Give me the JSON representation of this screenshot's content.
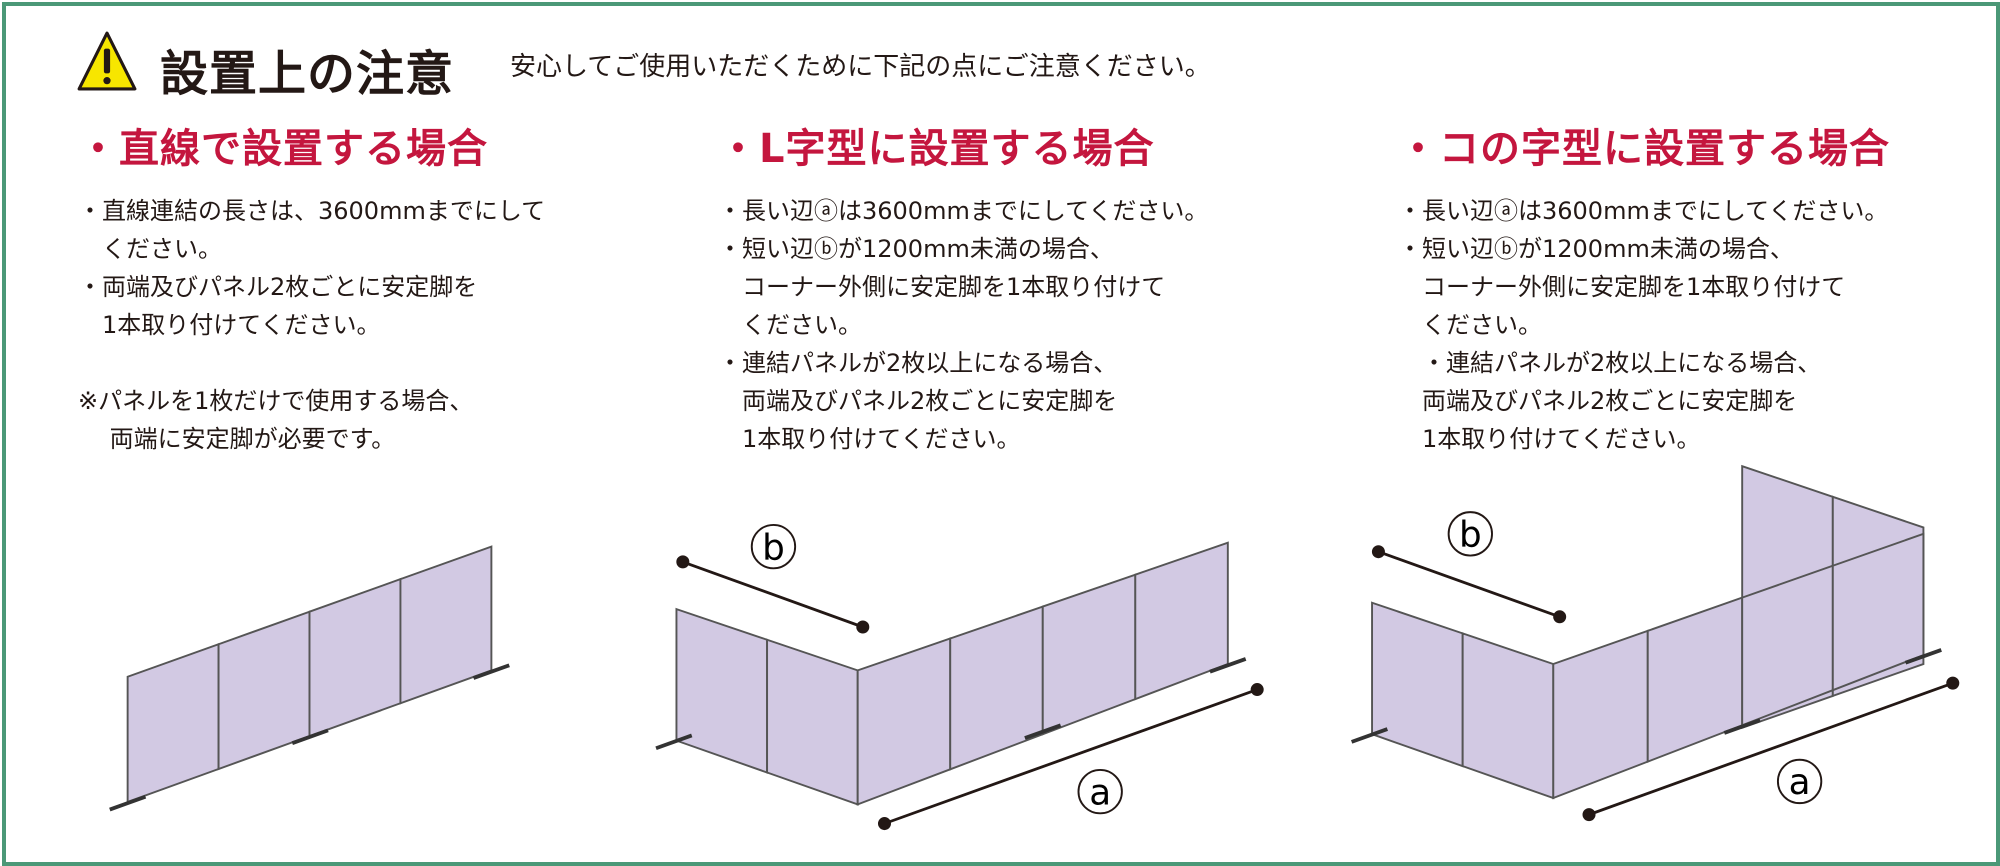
{
  "header": {
    "title": "設置上の注意",
    "subtitle": "安心してご使用いただくために下記の点にご注意ください。",
    "icon": "warning-icon"
  },
  "sections": [
    {
      "heading": "・直線で設置する場合",
      "lines": [
        "・直線連結の長さは、3600mmまでにして",
        "　ください。",
        "・両端及びパネル2枚ごとに安定脚を",
        "　1本取り付けてください。"
      ],
      "note": [
        "※パネルを1枚だけで使用する場合、",
        "　 両端に安定脚が必要です。"
      ]
    },
    {
      "heading": "・L字型に設置する場合",
      "lines": [
        "・長い辺ⓐは3600mmまでにしてください。",
        "・短い辺ⓑが1200mm未満の場合、",
        "　コーナー外側に安定脚を1本取り付けて",
        "　ください。",
        "・連結パネルが2枚以上になる場合、",
        "　両端及びパネル2枚ごとに安定脚を",
        "　1本取り付けてください。"
      ]
    },
    {
      "heading": "・コの字型に設置する場合",
      "lines": [
        "・長い辺ⓐは3600mmまでにしてください。",
        "・短い辺ⓑが1200mm未満の場合、",
        "　コーナー外側に安定脚を1本取り付けて",
        "　ください。",
        "　・連結パネルが2枚以上になる場合、",
        "　両端及びパネル2枚ごとに安定脚を",
        "　1本取り付けてください。"
      ]
    }
  ],
  "diagrams": {
    "label_a": "a",
    "label_b": "b"
  },
  "colors": {
    "border": "#4b9877",
    "heading": "#c4163e",
    "panel": "#d2c9e3",
    "warning": "#f7e600"
  }
}
